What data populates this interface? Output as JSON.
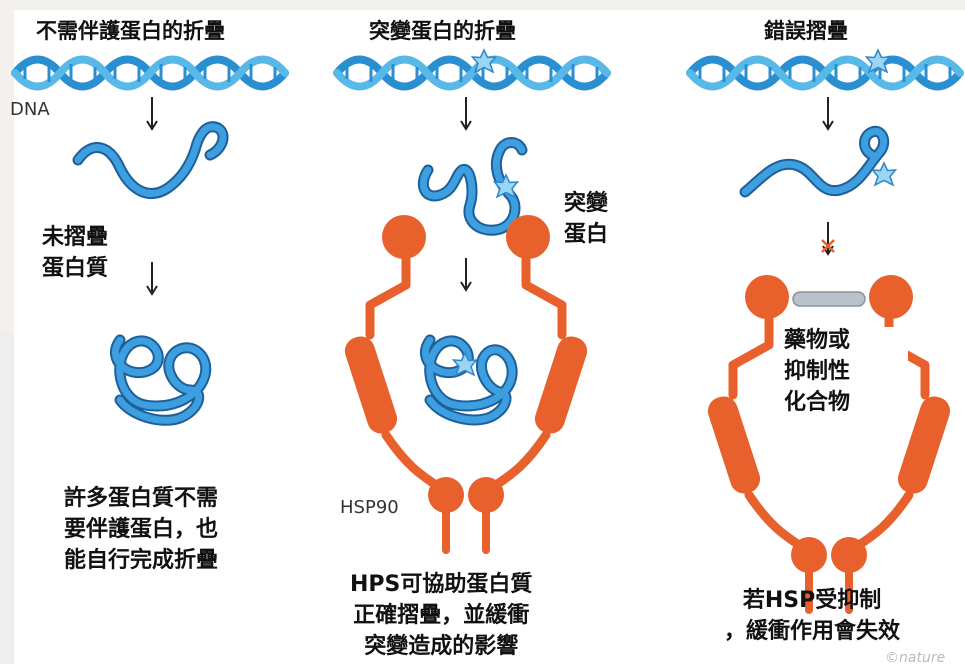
{
  "columns": [
    {
      "title": "不需伴護蛋白的折疊",
      "caption": [
        "許多蛋白質不需",
        "要伴護蛋白，也",
        "能自行完成折疊"
      ]
    },
    {
      "title": "突變蛋白的折疊",
      "caption": [
        "HPS可協助蛋白質",
        "正確摺疊，並緩衝",
        "突變造成的影響"
      ]
    },
    {
      "title": "錯誤摺疊",
      "caption": [
        "若HSP受抑制",
        "，緩衝作用會失效"
      ]
    }
  ],
  "labels": {
    "dna": "DNA",
    "unfolded_protein": [
      "未摺疊",
      "蛋白質"
    ],
    "mutant_protein": [
      "突變",
      "蛋白"
    ],
    "hsp90": "HSP90",
    "drug": [
      "藥物或",
      "抑制性",
      "化合物"
    ]
  },
  "watermark": "©nature",
  "colors": {
    "dna": "#3aa0d8",
    "protein": "#2f86c8",
    "hsp": "#e8612c",
    "star": "#8fd0ef",
    "inhibitor": "#b9c2ca",
    "block_mark": "#e8612c"
  }
}
